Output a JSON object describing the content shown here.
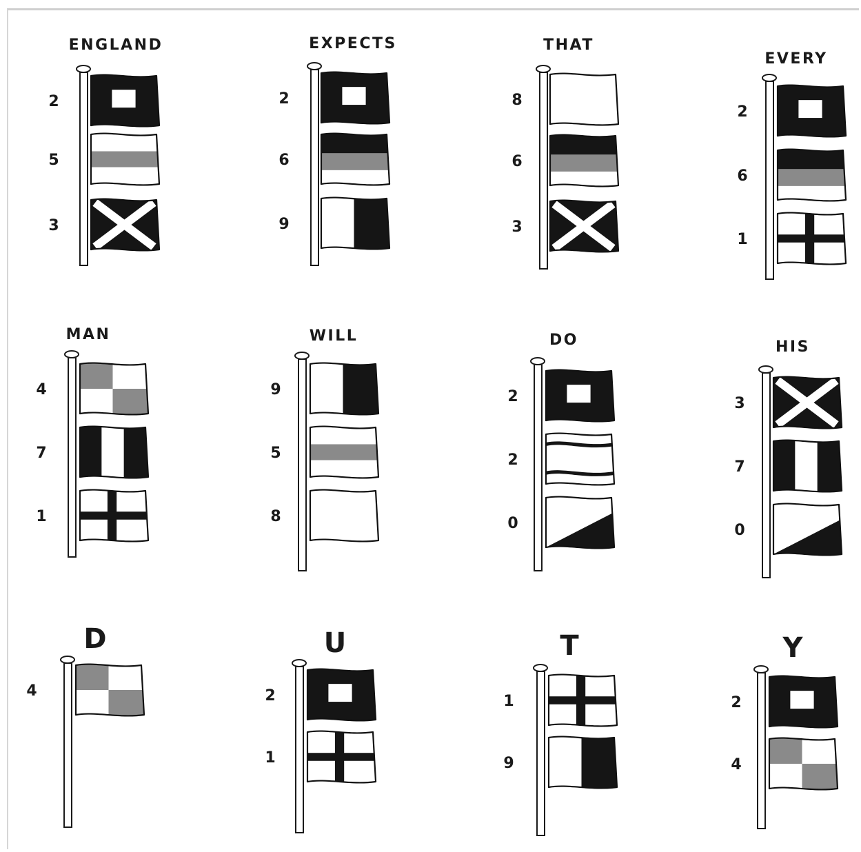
{
  "colors": {
    "ink": "#151515",
    "grey": "#8a8a8a",
    "paper": "#ffffff"
  },
  "panels": [
    {
      "word": "ENGLAND",
      "flags": [
        {
          "digit": "2",
          "pattern": "square"
        },
        {
          "digit": "5",
          "pattern": "stripe"
        },
        {
          "digit": "3",
          "pattern": "saltire"
        }
      ]
    },
    {
      "word": "EXPECTS",
      "flags": [
        {
          "digit": "2",
          "pattern": "square"
        },
        {
          "digit": "6",
          "pattern": "dark-grey-band"
        },
        {
          "digit": "9",
          "pattern": "white-dark-split"
        }
      ]
    },
    {
      "word": "THAT",
      "flags": [
        {
          "digit": "8",
          "pattern": "plain"
        },
        {
          "digit": "6",
          "pattern": "dark-grey-band"
        },
        {
          "digit": "3",
          "pattern": "saltire"
        }
      ]
    },
    {
      "word": "EVERY",
      "flags": [
        {
          "digit": "2",
          "pattern": "square"
        },
        {
          "digit": "6",
          "pattern": "dark-grey-band"
        },
        {
          "digit": "1",
          "pattern": "cross"
        }
      ]
    },
    {
      "word": "MAN",
      "flags": [
        {
          "digit": "4",
          "pattern": "checker"
        },
        {
          "digit": "7",
          "pattern": "tricolour"
        },
        {
          "digit": "1",
          "pattern": "cross"
        }
      ]
    },
    {
      "word": "WILL",
      "flags": [
        {
          "digit": "9",
          "pattern": "white-dark-split"
        },
        {
          "digit": "5",
          "pattern": "stripe"
        },
        {
          "digit": "8",
          "pattern": "plain"
        }
      ]
    },
    {
      "word": "DO",
      "flags": [
        {
          "digit": "2",
          "pattern": "square"
        },
        {
          "digit": "2",
          "pattern": "outline-band"
        },
        {
          "digit": "0",
          "pattern": "diagonal"
        }
      ]
    },
    {
      "word": "HIS",
      "flags": [
        {
          "digit": "3",
          "pattern": "saltire"
        },
        {
          "digit": "7",
          "pattern": "tricolour"
        },
        {
          "digit": "0",
          "pattern": "diagonal"
        }
      ]
    },
    {
      "word": "D",
      "flags": [
        {
          "digit": "4",
          "pattern": "checker"
        }
      ]
    },
    {
      "word": "U",
      "flags": [
        {
          "digit": "2",
          "pattern": "square"
        },
        {
          "digit": "1",
          "pattern": "cross"
        }
      ]
    },
    {
      "word": "T",
      "flags": [
        {
          "digit": "1",
          "pattern": "cross"
        },
        {
          "digit": "9",
          "pattern": "white-dark-split"
        }
      ]
    },
    {
      "word": "Y",
      "flags": [
        {
          "digit": "2",
          "pattern": "square"
        },
        {
          "digit": "4",
          "pattern": "checker"
        }
      ]
    }
  ]
}
